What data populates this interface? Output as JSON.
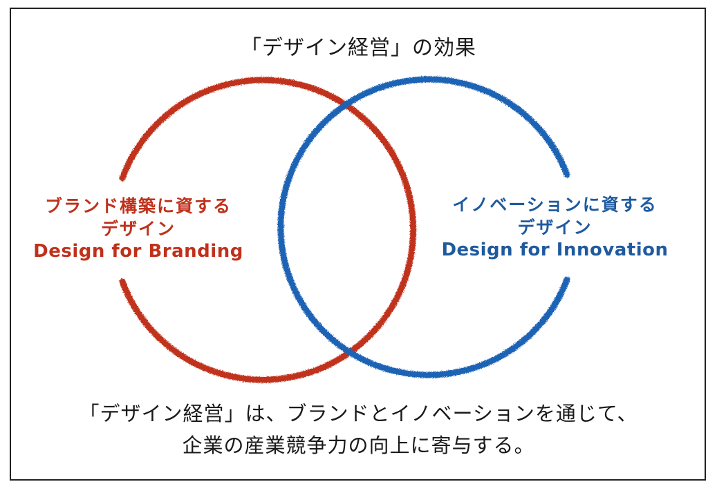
{
  "title": "「デザイン経営」の効果",
  "branding": {
    "label_ja_1": "ブランド構築に資する",
    "label_ja_2": "デザイン",
    "label_en": "Design for Branding",
    "color": "#c0311b"
  },
  "innovation": {
    "label_ja_1": "イノベーションに資する",
    "label_ja_2": "デザイン",
    "label_en": "Design for Innovation",
    "color": "#1f5a9e"
  },
  "caption": {
    "line_1": "「デザイン経営」は、ブランドとイノベーションを通じて、",
    "line_2": "企業の産業競争力の向上に寄与する。"
  }
}
